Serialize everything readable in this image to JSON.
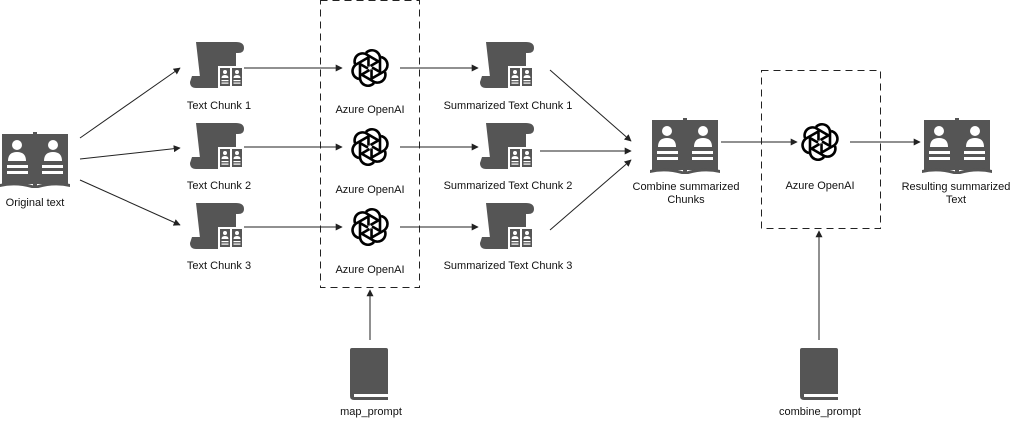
{
  "diagram": {
    "nodes": {
      "original": {
        "label": "Original text",
        "icon": "open-book-icon"
      },
      "chunk1": {
        "label": "Text Chunk 1",
        "icon": "scroll-book-icon"
      },
      "chunk2": {
        "label": "Text Chunk 2",
        "icon": "scroll-book-icon"
      },
      "chunk3": {
        "label": "Text Chunk 3",
        "icon": "scroll-book-icon"
      },
      "openai1": {
        "label": "Azure OpenAI",
        "icon": "openai-logo-icon"
      },
      "openai2": {
        "label": "Azure OpenAI",
        "icon": "openai-logo-icon"
      },
      "openai3": {
        "label": "Azure OpenAI",
        "icon": "openai-logo-icon"
      },
      "summary1": {
        "label": "Summarized Text Chunk 1",
        "icon": "scroll-book-icon"
      },
      "summary2": {
        "label": "Summarized Text Chunk 2",
        "icon": "scroll-book-icon"
      },
      "summary3": {
        "label": "Summarized Text Chunk 3",
        "icon": "scroll-book-icon"
      },
      "combined": {
        "label": "Combine summarized Chunks",
        "icon": "open-book-icon"
      },
      "openai_combine": {
        "label": "Azure OpenAI",
        "icon": "openai-logo-icon"
      },
      "result": {
        "label": "Resulting summarized Text",
        "icon": "open-book-icon"
      },
      "map_prompt": {
        "label": "map_prompt",
        "icon": "closed-book-icon"
      },
      "combine_prompt": {
        "label": "combine_prompt",
        "icon": "closed-book-icon"
      }
    },
    "colors": {
      "icon": "#555555",
      "stroke": "#222222",
      "background": "#ffffff"
    }
  }
}
